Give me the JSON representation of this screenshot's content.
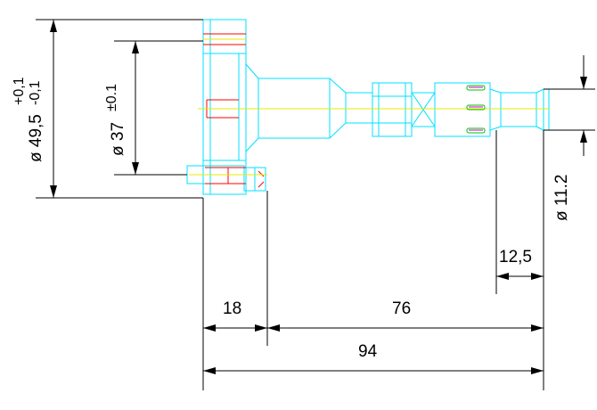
{
  "dimensions": {
    "length_18": "18",
    "length_76": "76",
    "length_94": "94",
    "length_12_5": "12,5",
    "dia_11_2": "ø 11.2",
    "dia_37": "ø 37",
    "dia_37_tol": "±0.1",
    "dia_49_5": "ø 49,5",
    "dia_49_5_tol_upper": "+0,1",
    "dia_49_5_tol_lower": "-0,1"
  },
  "colors": {
    "dimension": "#000000",
    "outline": "#00e0ff",
    "hidden": "#ff0000",
    "centerline": "#e8e800",
    "detail_green": "#00c000",
    "detail_magenta": "#d000d0"
  }
}
